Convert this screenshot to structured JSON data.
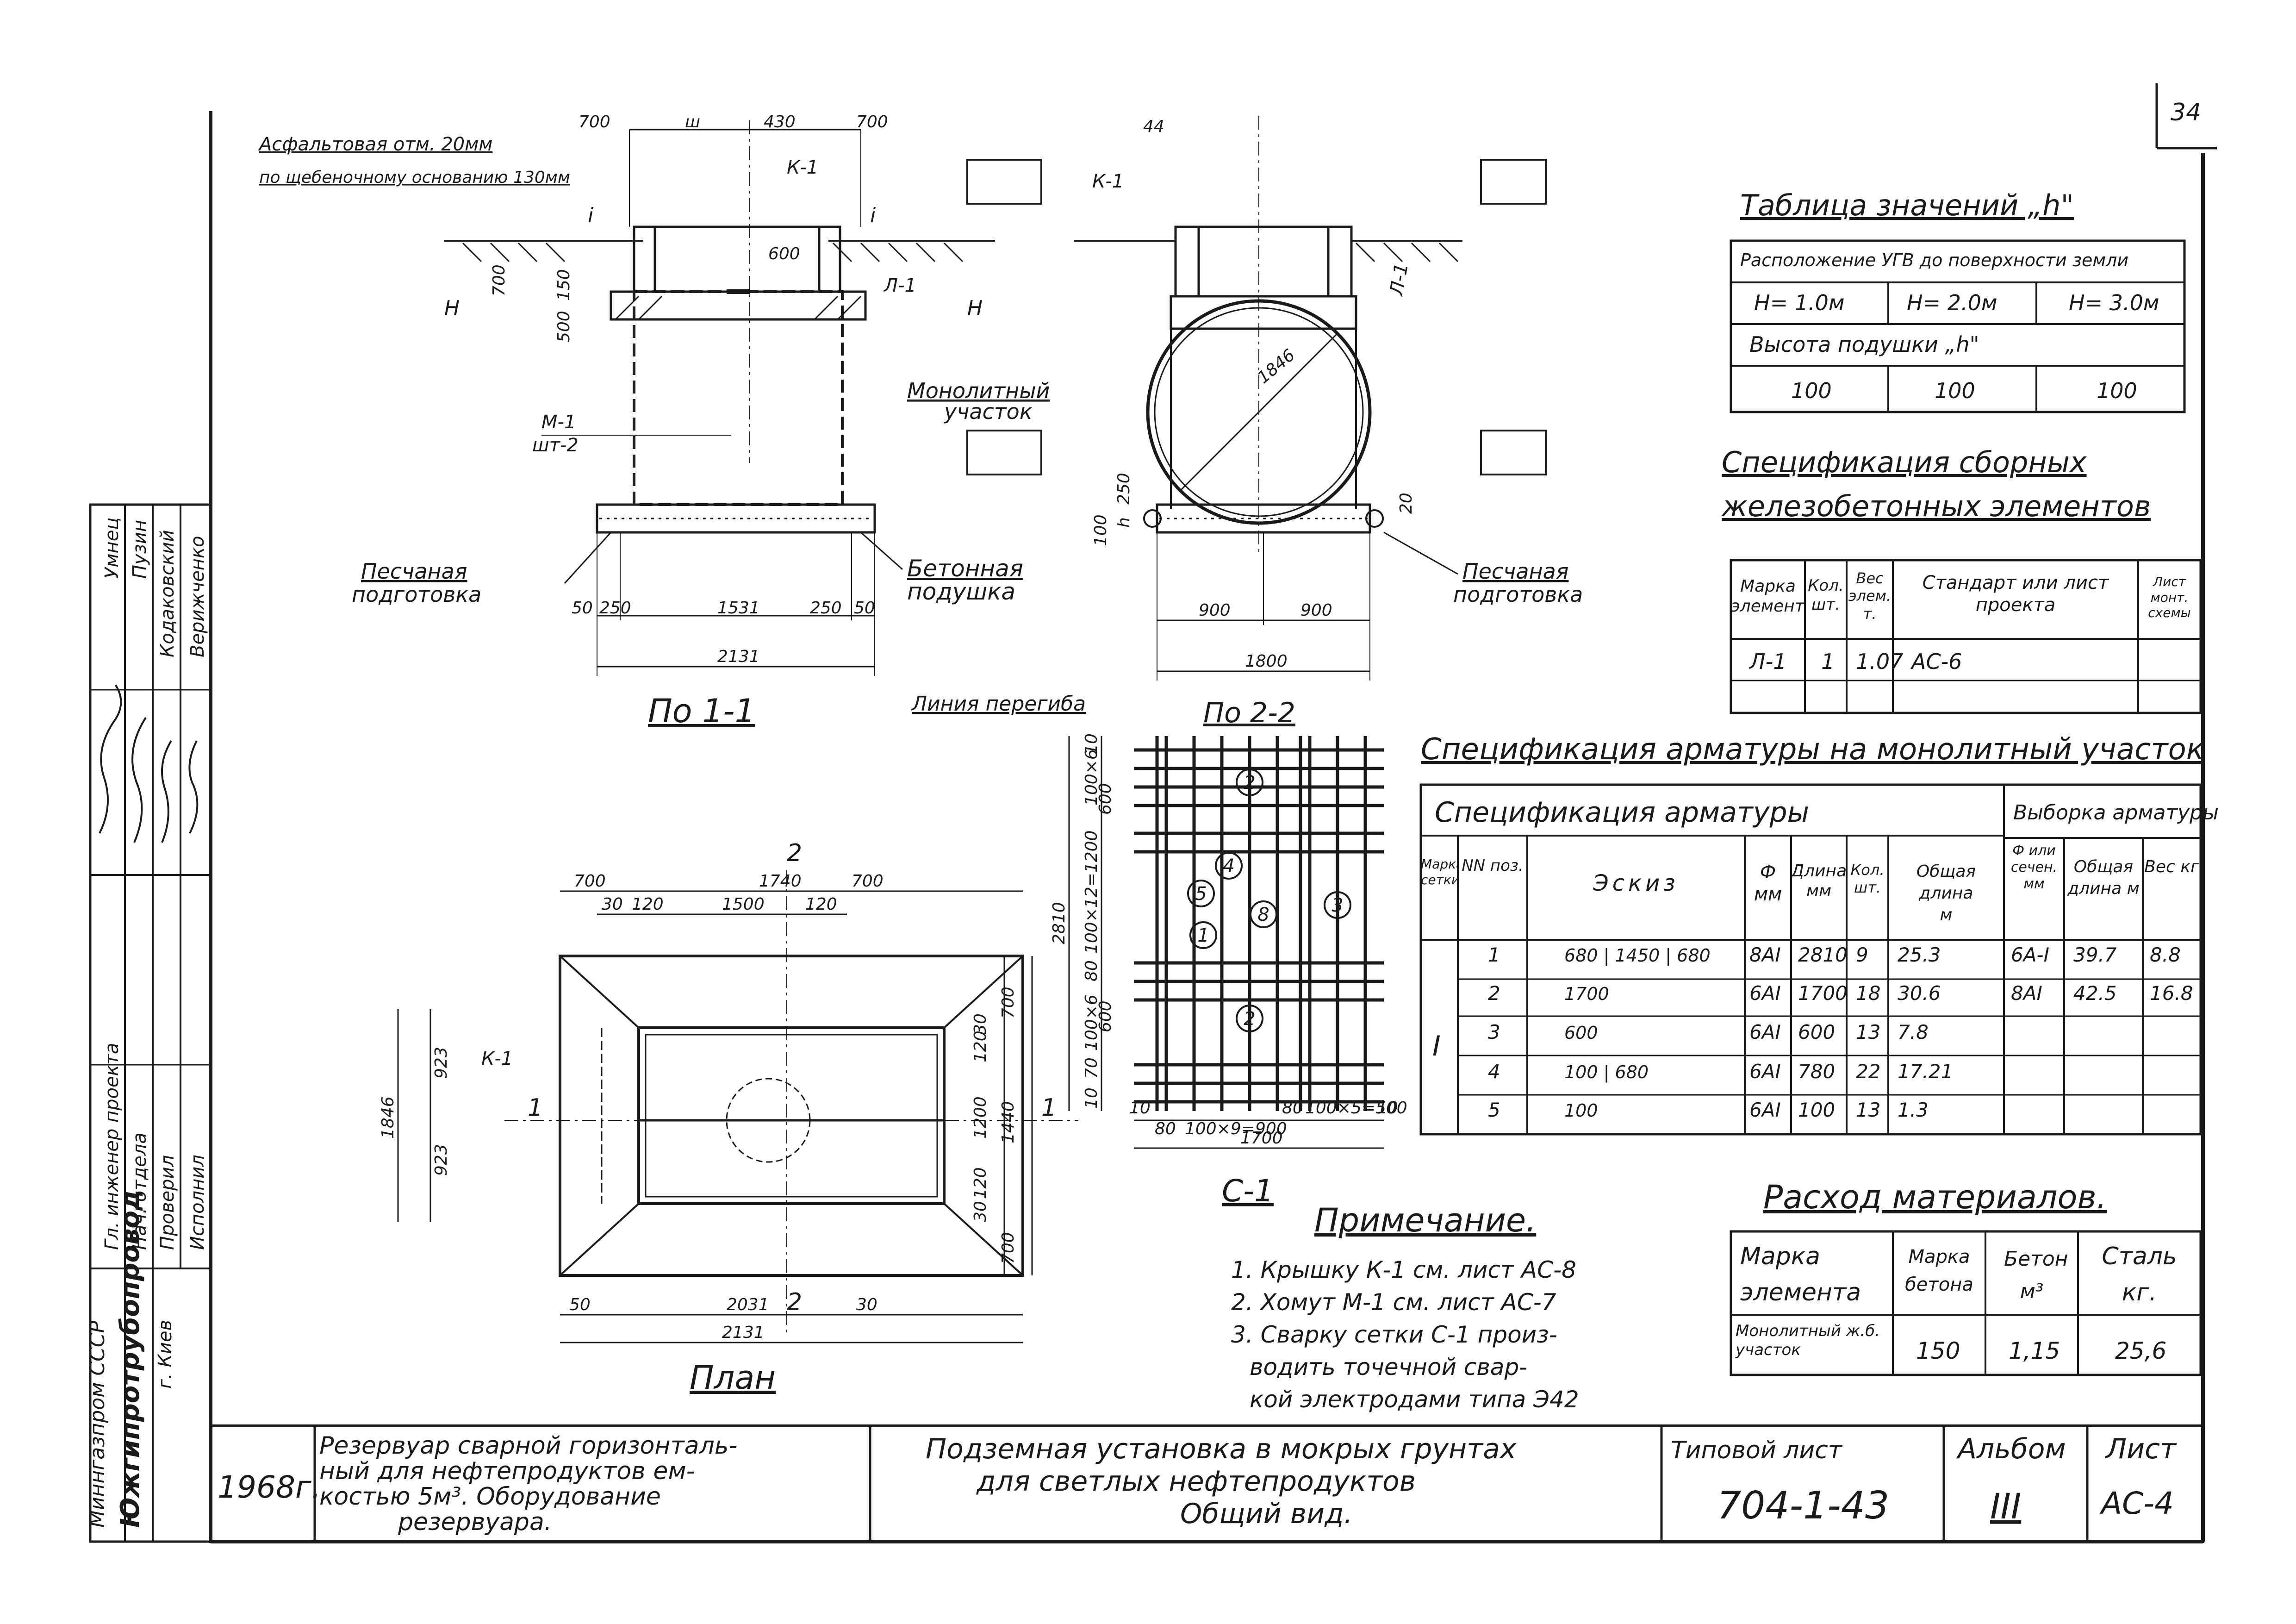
{
  "sheet_corner_number": "34",
  "left_stamp": {
    "roles": [
      "Гл. инженер проекта",
      "Нач. отдела",
      "Проверил",
      "Исполнил"
    ],
    "names": [
      "Умнец",
      "Пузин",
      "Кодаковский",
      "Верижченко"
    ],
    "org": [
      "Миннгазпром СССР",
      "Южгипротрубопровод",
      "г. Киев"
    ]
  },
  "section_1_1": {
    "title": "По 1-1",
    "note_asphalt": "Асфальтовая отм. 20мм",
    "note_base": "по щебеночному основанию 130мм",
    "label_k1": "К-1",
    "label_l1": "Л-1",
    "label_m1": "М-1",
    "label_m1_qty": "шт-2",
    "label_monolith": [
      "Монолитный",
      "участок"
    ],
    "label_sand": [
      "Песчаная",
      "подготовка"
    ],
    "label_concrete": [
      "Бетонная",
      "подушка"
    ],
    "label_h": "Н",
    "label_i": "i",
    "dims_top": [
      "700",
      "ш",
      "430",
      "700"
    ],
    "dims_side": [
      "700",
      "150",
      "500",
      "600"
    ],
    "dims_bottom": [
      "50",
      "250",
      "1531",
      "250",
      "50"
    ],
    "dim_total": "2131"
  },
  "section_2_2": {
    "label_k1": "К-1",
    "label_l1": "Л-1",
    "label_sand": [
      "Песчаная",
      "подготовка"
    ],
    "dim_diameter": "1846",
    "dims_side": [
      "250",
      "100",
      "h",
      "20"
    ],
    "dims_bottom": [
      "900",
      "900"
    ],
    "dim_total": "1800",
    "dim_top": "44"
  },
  "plan": {
    "title": "План",
    "cut_1": "1",
    "cut_2": "2",
    "label_k1": "К-1",
    "dims_top": [
      "700",
      "1740",
      "700"
    ],
    "dims_top_inner": [
      "30",
      "120",
      "1500",
      "120"
    ],
    "dims_left": [
      "923",
      "923"
    ],
    "dim_left_total": "1846",
    "dims_right": [
      "700",
      "30",
      "120",
      "1200",
      "120",
      "30",
      "700"
    ],
    "dim_right_total": "1440",
    "dims_bottom": [
      "50",
      "2031",
      "30"
    ],
    "dim_bottom_total": "2131"
  },
  "mesh": {
    "title_top": "По 2-2",
    "bend_line": "Линия перегиба",
    "title": "С-1",
    "callouts": [
      "2",
      "4",
      "5",
      "8",
      "3",
      "1",
      "2"
    ],
    "dim_height": "2810",
    "dims_bottom": [
      "10",
      "80",
      "100×9=900",
      "80",
      "100×5=500",
      "10"
    ],
    "dim_width": "1700",
    "dims_left": [
      "10",
      "100×6",
      "600",
      "100×12=1200",
      "80",
      "70",
      "100×6",
      "600",
      "10"
    ]
  },
  "table_h": {
    "title": "Таблица значений „h\"",
    "header": "Расположение УГВ до поверхности земли",
    "cols": [
      "Н= 1.0м",
      "Н= 2.0м",
      "Н= 3.0м"
    ],
    "sub": "Высота подушки „h\"",
    "values": [
      "100",
      "100",
      "100"
    ]
  },
  "spec_precast": {
    "title_1": "Спецификация сборных",
    "title_2": "железобетонных элементов",
    "headers": [
      "Марка элемента",
      "Кол. шт.",
      "Вес элем. т.",
      "Стандарт или лист проекта",
      "Лист монт. схемы"
    ],
    "row": [
      "Л-1",
      "1",
      "1.07",
      "АС-6",
      ""
    ]
  },
  "spec_rebar": {
    "title": "Спецификация арматуры на монолитный участок",
    "group_1": "Спецификация арматуры",
    "group_2": "Выборка арматуры",
    "headers": [
      "Марка сетки",
      "NN поз.",
      "Эскиз",
      "Ф мм",
      "Длина мм",
      "Кол. шт.",
      "Общая длина м",
      "Ф или сечен. мм",
      "Общая длина м",
      "Вес кг"
    ],
    "mark": "I",
    "rows": [
      {
        "pos": "1",
        "sketch": "680 | 1450 | 680",
        "d": "8АI",
        "len": "2810",
        "qty": "9",
        "total": "25.3",
        "sel_d": "6А-I",
        "sel_len": "39.7",
        "wt": "8.8"
      },
      {
        "pos": "2",
        "sketch": "1700",
        "d": "6АI",
        "len": "1700",
        "qty": "18",
        "total": "30.6",
        "sel_d": "8АI",
        "sel_len": "42.5",
        "wt": "16.8"
      },
      {
        "pos": "3",
        "sketch": "600",
        "d": "6АI",
        "len": "600",
        "qty": "13",
        "total": "7.8",
        "sel_d": "",
        "sel_len": "",
        "wt": ""
      },
      {
        "pos": "4",
        "sketch": "100 | 680",
        "d": "6АI",
        "len": "780",
        "qty": "22",
        "total": "17.21",
        "sel_d": "",
        "sel_len": "",
        "wt": ""
      },
      {
        "pos": "5",
        "sketch": "100",
        "d": "6АI",
        "len": "100",
        "qty": "13",
        "total": "1.3",
        "sel_d": "",
        "sel_len": "",
        "wt": ""
      }
    ]
  },
  "notes": {
    "title": "Примечание.",
    "lines": [
      "1. Крышку К-1 см. лист АС-8",
      "2. Хомут М-1 см. лист АС-7",
      "3. Сварку сетки С-1 произ-",
      "водить точечной свар-",
      "кой электродами типа Э42"
    ]
  },
  "materials": {
    "title": "Расход материалов.",
    "headers": [
      "Марка элемента",
      "Марка бетона",
      "Бетон м³",
      "Сталь кг."
    ],
    "row": [
      "Монолитный ж.б. участок",
      "150",
      "1,15",
      "25,6"
    ]
  },
  "title_block": {
    "year": "1968г.",
    "object": [
      "Резервуар сварной горизонталь-",
      "ный для нефтепродуктов ем-",
      "костью 5м³. Оборудование",
      "резервуара."
    ],
    "drawing": [
      "Подземная установка в мокрых грунтах",
      "для светлых нефтепродуктов",
      "Общий вид."
    ],
    "standard_label": "Типовой лист",
    "standard": "704-1-43",
    "album_label": "Альбом",
    "album": "III",
    "sheet_label": "Лист",
    "sheet": "АС-4"
  }
}
